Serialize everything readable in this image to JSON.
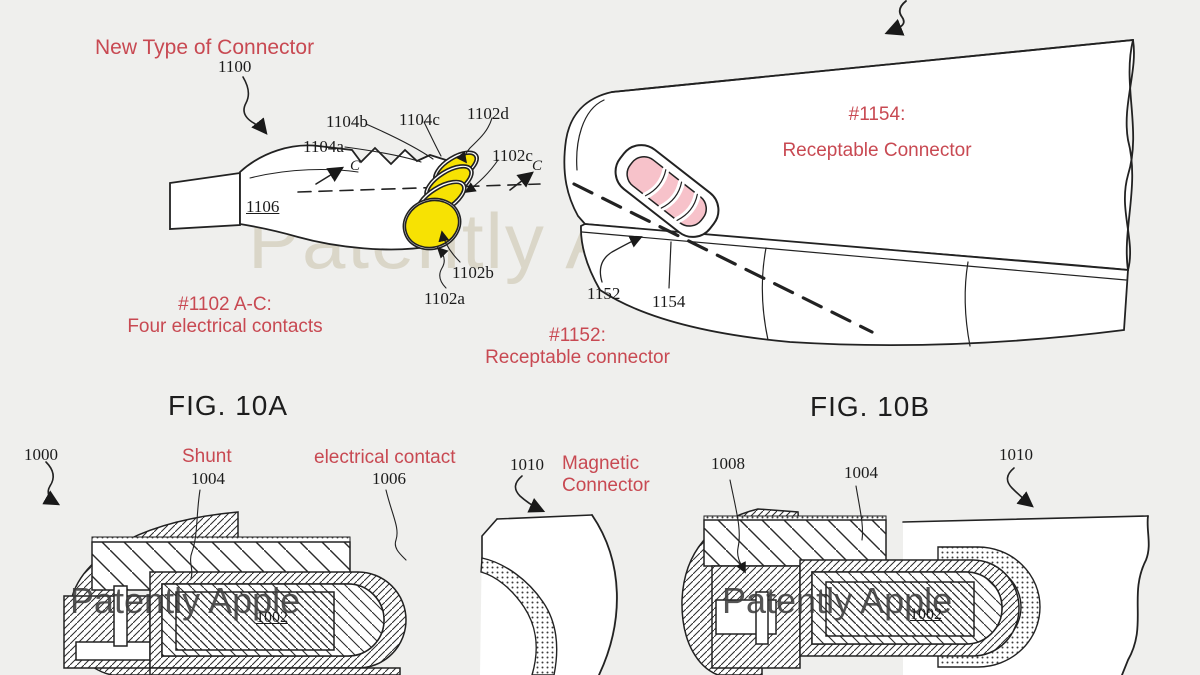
{
  "palette": {
    "background": "#efefed",
    "line_black": "#222222",
    "annotation_red": "#c84952",
    "contact_yellow": "#f7e203",
    "contact_pink": "#f7c2ca",
    "watermark_light": "#dad6c8",
    "watermark_dark": "#3d3d3d"
  },
  "watermarks": {
    "top": "Patently Apple",
    "bottom_left": "Patently Apple",
    "bottom_right": "Patently Apple"
  },
  "fig_10a": {
    "title": "FIG. 10A",
    "annotation_title": "New Type of Connector",
    "ref_1100": "1100",
    "labels": {
      "l1104a": "1104a",
      "l1104b": "1104b",
      "l1104c": "1104c",
      "l1102d": "1102d",
      "l1102c": "1102c",
      "l1106": "1106",
      "l1102b": "1102b",
      "l1102a": "1102a",
      "section_c_left": "C",
      "section_c_right": "C"
    },
    "annotation_contacts_line1": "#1102 A-C:",
    "annotation_contacts_line2": "Four electrical contacts",
    "annotation_receptacle_line1": "#1152:",
    "annotation_receptacle_line2": "Receptable connector",
    "ref_1152": "1152",
    "ref_1154": "1154"
  },
  "fig_10b": {
    "title": "FIG. 10B",
    "annotation_line1": "#1154:",
    "annotation_line2": "Receptable Connector"
  },
  "bottom": {
    "ref_1000": "1000",
    "shunt_label": "Shunt",
    "ref_1004_left": "1004",
    "contact_label": "electrical contact",
    "ref_1006": "1006",
    "ref_1010_left": "1010",
    "magnetic_label": "Magnetic Connector",
    "ref_1008": "1008",
    "ref_1004_right": "1004",
    "ref_1010_right": "1010",
    "ref_1002_left": "1002",
    "ref_1002_right": "1002"
  }
}
